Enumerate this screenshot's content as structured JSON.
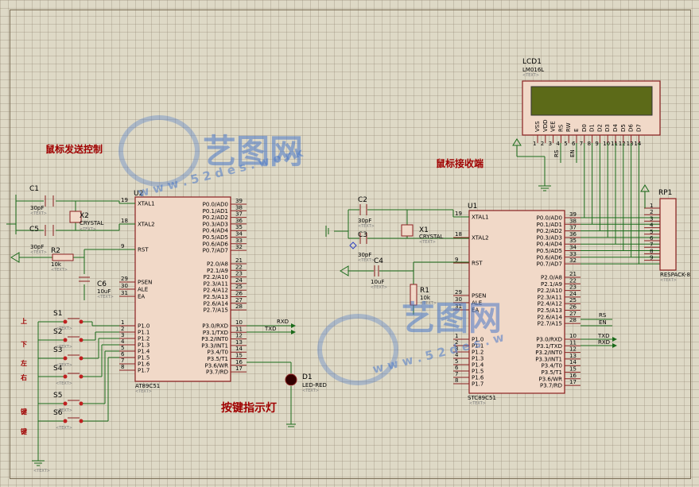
{
  "sections": {
    "left_title": "鼠标发送控制",
    "right_title": "鼠标接收端",
    "led_title": "按键指示灯"
  },
  "watermark": {
    "brand": "艺图网",
    "url": "w w w . 5 2 d e s . w o r k",
    "url2": "w w w . 5 2 d e s . w"
  },
  "placeholder": "<TEXT>",
  "u2": {
    "ref": "U2",
    "part": "AT89C51",
    "left_pins": [
      {
        "num": "19",
        "name": "XTAL1"
      },
      {
        "num": "18",
        "name": "XTAL2"
      },
      {
        "num": "9",
        "name": "RST"
      },
      {
        "num": "29",
        "name": "PSEN"
      },
      {
        "num": "30",
        "name": "ALE"
      },
      {
        "num": "31",
        "name": "EA"
      },
      {
        "num": "1",
        "name": "P1.0"
      },
      {
        "num": "2",
        "name": "P1.1"
      },
      {
        "num": "3",
        "name": "P1.2"
      },
      {
        "num": "4",
        "name": "P1.3"
      },
      {
        "num": "5",
        "name": "P1.4"
      },
      {
        "num": "6",
        "name": "P1.5"
      },
      {
        "num": "7",
        "name": "P1.6"
      },
      {
        "num": "8",
        "name": "P1.7"
      }
    ],
    "right_pins": [
      {
        "num": "39",
        "name": "P0.0/AD0"
      },
      {
        "num": "38",
        "name": "P0.1/AD1"
      },
      {
        "num": "37",
        "name": "P0.2/AD2"
      },
      {
        "num": "36",
        "name": "P0.3/AD3"
      },
      {
        "num": "35",
        "name": "P0.4/AD4"
      },
      {
        "num": "34",
        "name": "P0.5/AD5"
      },
      {
        "num": "33",
        "name": "P0.6/AD6"
      },
      {
        "num": "32",
        "name": "P0.7/AD7"
      },
      {
        "num": "21",
        "name": "P2.0/A8"
      },
      {
        "num": "22",
        "name": "P2.1/A9"
      },
      {
        "num": "23",
        "name": "P2.2/A10"
      },
      {
        "num": "24",
        "name": "P2.3/A11"
      },
      {
        "num": "25",
        "name": "P2.4/A12"
      },
      {
        "num": "26",
        "name": "P2.5/A13"
      },
      {
        "num": "27",
        "name": "P2.6/A14"
      },
      {
        "num": "28",
        "name": "P2.7/A15"
      },
      {
        "num": "10",
        "name": "P3.0/RXD"
      },
      {
        "num": "11",
        "name": "P3.1/TXD"
      },
      {
        "num": "12",
        "name": "P3.2/INT0"
      },
      {
        "num": "13",
        "name": "P3.3/INT1"
      },
      {
        "num": "14",
        "name": "P3.4/T0"
      },
      {
        "num": "15",
        "name": "P3.5/T1"
      },
      {
        "num": "16",
        "name": "P3.6/WR"
      },
      {
        "num": "17",
        "name": "P3.7/RD"
      }
    ]
  },
  "u1": {
    "ref": "U1",
    "part": "STC89C51",
    "left_pins": [
      {
        "num": "19",
        "name": "XTAL1"
      },
      {
        "num": "18",
        "name": "XTAL2"
      },
      {
        "num": "9",
        "name": "RST"
      },
      {
        "num": "29",
        "name": "PSEN"
      },
      {
        "num": "30",
        "name": "ALE"
      },
      {
        "num": "31",
        "name": "EA"
      },
      {
        "num": "1",
        "name": "P1.0"
      },
      {
        "num": "2",
        "name": "P1.1"
      },
      {
        "num": "3",
        "name": "P1.2"
      },
      {
        "num": "4",
        "name": "P1.3"
      },
      {
        "num": "5",
        "name": "P1.4"
      },
      {
        "num": "6",
        "name": "P1.5"
      },
      {
        "num": "7",
        "name": "P1.6"
      },
      {
        "num": "8",
        "name": "P1.7"
      }
    ],
    "right_pins": [
      {
        "num": "39",
        "name": "P0.0/AD0"
      },
      {
        "num": "38",
        "name": "P0.1/AD1"
      },
      {
        "num": "37",
        "name": "P0.2/AD2"
      },
      {
        "num": "36",
        "name": "P0.3/AD3"
      },
      {
        "num": "35",
        "name": "P0.4/AD4"
      },
      {
        "num": "34",
        "name": "P0.5/AD5"
      },
      {
        "num": "33",
        "name": "P0.6/AD6"
      },
      {
        "num": "32",
        "name": "P0.7/AD7"
      },
      {
        "num": "21",
        "name": "P2.0/A8"
      },
      {
        "num": "22",
        "name": "P2.1/A9"
      },
      {
        "num": "23",
        "name": "P2.2/A10"
      },
      {
        "num": "24",
        "name": "P2.3/A11"
      },
      {
        "num": "25",
        "name": "P2.4/A12"
      },
      {
        "num": "26",
        "name": "P2.5/A13"
      },
      {
        "num": "27",
        "name": "P2.6/A14"
      },
      {
        "num": "28",
        "name": "P2.7/A15"
      },
      {
        "num": "10",
        "name": "P3.0/RXD"
      },
      {
        "num": "11",
        "name": "P3.1/TXD"
      },
      {
        "num": "12",
        "name": "P3.2/INT0"
      },
      {
        "num": "13",
        "name": "P3.3/INT1"
      },
      {
        "num": "14",
        "name": "P3.4/T0"
      },
      {
        "num": "15",
        "name": "P3.5/T1"
      },
      {
        "num": "16",
        "name": "P3.6/WR"
      },
      {
        "num": "17",
        "name": "P3.7/RD"
      }
    ]
  },
  "parts": {
    "c1": {
      "ref": "C1",
      "value": "30pF"
    },
    "c5": {
      "ref": "C5",
      "value": "30pF"
    },
    "x2": {
      "ref": "X2",
      "value": "CRYSTAL"
    },
    "r2": {
      "ref": "R2",
      "value": "10k"
    },
    "c6": {
      "ref": "C6",
      "value": "10uF"
    },
    "c2": {
      "ref": "C2",
      "value": "30pF"
    },
    "c3": {
      "ref": "C3",
      "value": "30pF"
    },
    "x1": {
      "ref": "X1",
      "value": "CRYSTAL"
    },
    "c4": {
      "ref": "C4",
      "value": "10uF"
    },
    "r1": {
      "ref": "R1",
      "value": "10k"
    },
    "d1": {
      "ref": "D1",
      "value": "LED-RED"
    },
    "lcd1": {
      "ref": "LCD1",
      "value": "LM016L",
      "pins": [
        "VSS",
        "VDD",
        "VEE",
        "RS",
        "RW",
        "E",
        "D0",
        "D1",
        "D2",
        "D3",
        "D4",
        "D5",
        "D6",
        "D7"
      ],
      "nums": [
        "1",
        "2",
        "3",
        "4",
        "5",
        "6",
        "7",
        "8",
        "9",
        "10",
        "11",
        "12",
        "13",
        "14"
      ]
    },
    "rp1": {
      "ref": "RP1",
      "value": "RESPACK-8",
      "nums": [
        "1",
        "2",
        "3",
        "4",
        "5",
        "6",
        "7",
        "8",
        "9"
      ]
    }
  },
  "switches": [
    {
      "ref": "S1",
      "label": "上"
    },
    {
      "ref": "S2",
      "label": "下"
    },
    {
      "ref": "S3",
      "label": "左"
    },
    {
      "ref": "S4",
      "label": "右"
    },
    {
      "ref": "S5",
      "label": "键"
    },
    {
      "ref": "S6",
      "label": "键"
    }
  ],
  "nets": {
    "rxd": "RXD",
    "txd": "TXD",
    "rs": "RS",
    "en": "EN"
  }
}
